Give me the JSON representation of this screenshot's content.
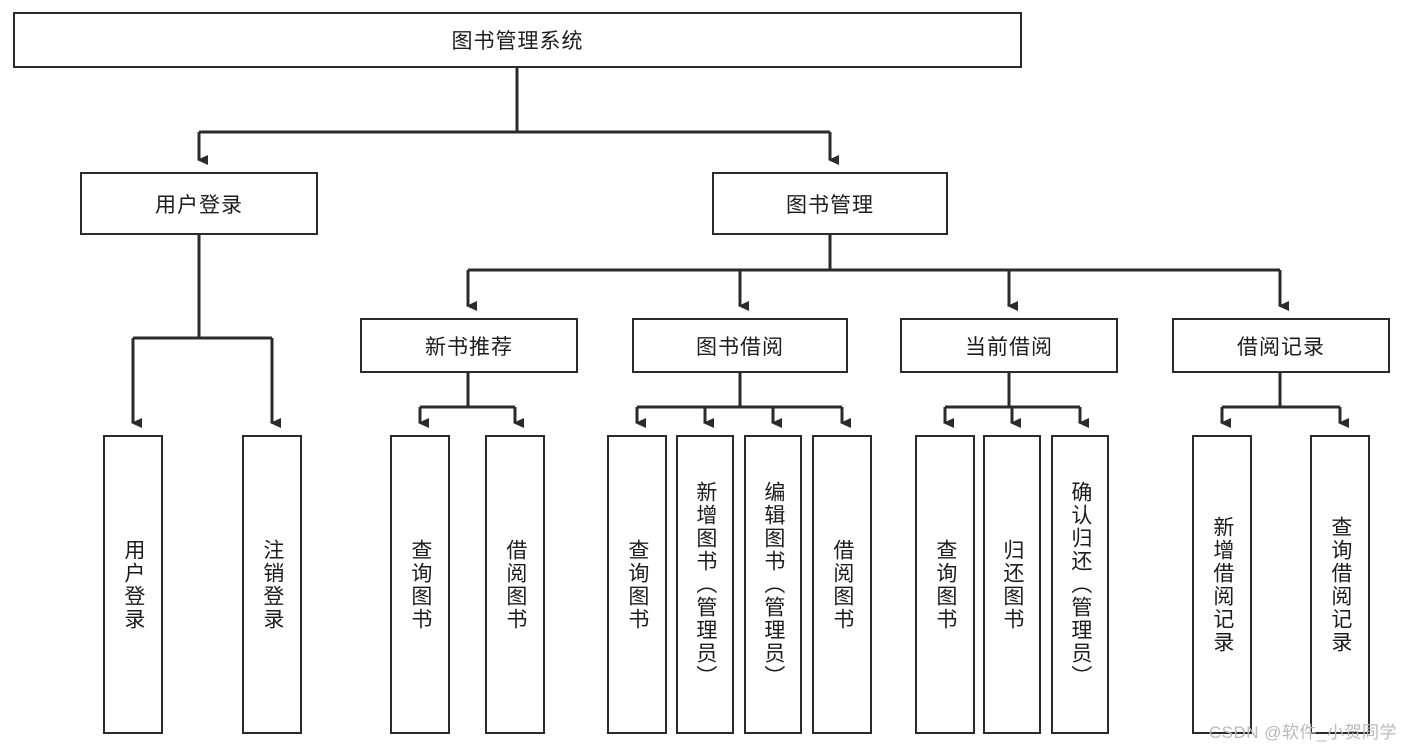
{
  "diagram": {
    "type": "tree-hierarchy",
    "title": "图书管理系统",
    "watermark": "CSDN @软件_小贺同学",
    "colors": {
      "background": "#ffffff",
      "box_border": "#2b2b2b",
      "box_fill": "#ffffff",
      "text": "#1c1c1c",
      "watermark": "#b9b9b9"
    },
    "levels": {
      "root": {
        "label": "图书管理系统"
      },
      "level2": [
        {
          "label": "用户登录"
        },
        {
          "label": "图书管理"
        }
      ],
      "level3": [
        {
          "label": "新书推荐"
        },
        {
          "label": "图书借阅"
        },
        {
          "label": "当前借阅"
        },
        {
          "label": "借阅记录"
        }
      ],
      "leaves": {
        "user_login": [
          {
            "label": "用户登录"
          },
          {
            "label": "注销登录"
          }
        ],
        "new_book_recommend": [
          {
            "label": "查询图书"
          },
          {
            "label": "借阅图书"
          }
        ],
        "book_borrow": [
          {
            "label": "查询图书"
          },
          {
            "label": "新增图书（管理员）"
          },
          {
            "label": "编辑图书（管理员）"
          },
          {
            "label": "借阅图书"
          }
        ],
        "current_borrow": [
          {
            "label": "查询图书"
          },
          {
            "label": "归还图书"
          },
          {
            "label": "确认归还（管理员）"
          }
        ],
        "borrow_record": [
          {
            "label": "新增借阅记录"
          },
          {
            "label": "查询借阅记录"
          }
        ]
      }
    }
  }
}
